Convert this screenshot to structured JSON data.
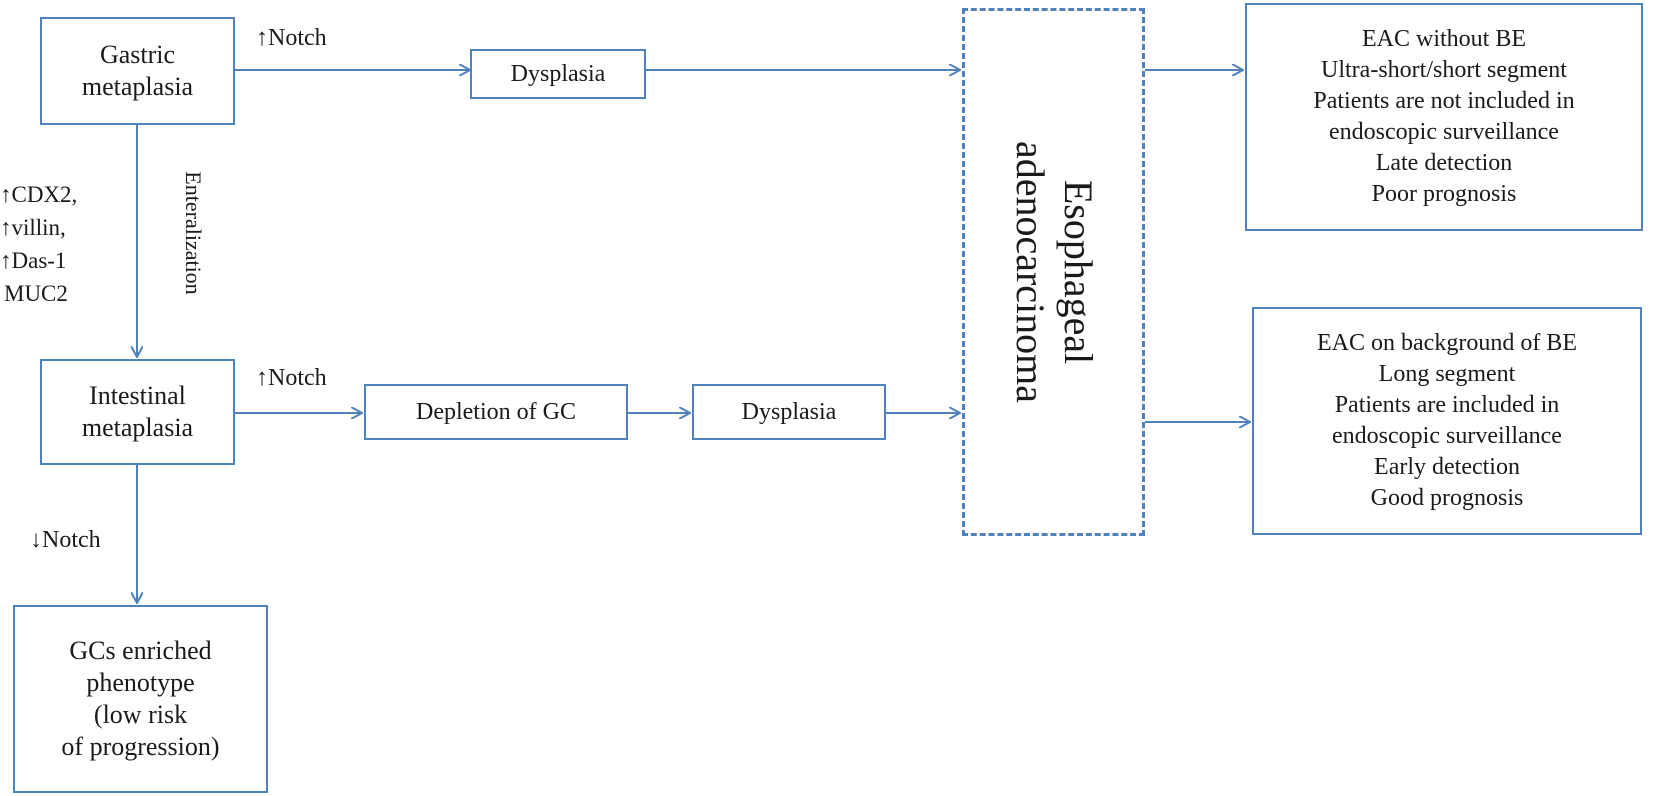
{
  "nodes": {
    "gastric_metaplasia": [
      "Gastric",
      "metaplasia"
    ],
    "dysplasia_top": "Dysplasia",
    "intestinal_metaplasia": [
      "Intestinal",
      "metaplasia"
    ],
    "depletion_gc": "Depletion of GC",
    "dysplasia_bottom": "Dysplasia",
    "gcs_enriched": [
      "GCs enriched",
      "phenotype",
      "(low risk",
      "of progression)"
    ],
    "eac": [
      "Esophageal",
      "adenocarcinoma"
    ],
    "eac_without_be": [
      "EAC without BE",
      "Ultra-short/short segment",
      "Patients are not included in",
      "endoscopic surveillance",
      "Late detection",
      "Poor prognosis"
    ],
    "eac_on_be": [
      "EAC on background of BE",
      "Long segment",
      "Patients are included in",
      "endoscopic surveillance",
      "Early detection",
      "Good prognosis"
    ]
  },
  "edge_labels": {
    "notch_up_top": "↑Notch",
    "notch_up_bottom": "↑Notch",
    "notch_down": "↓Notch",
    "enteralization": "Enteralization",
    "markers": [
      "↑CDX2,",
      "↑villin,",
      "↑Das-1",
      "MUC2"
    ]
  },
  "colors": {
    "line": "#4f81bd",
    "text": "#1a1a1a"
  }
}
